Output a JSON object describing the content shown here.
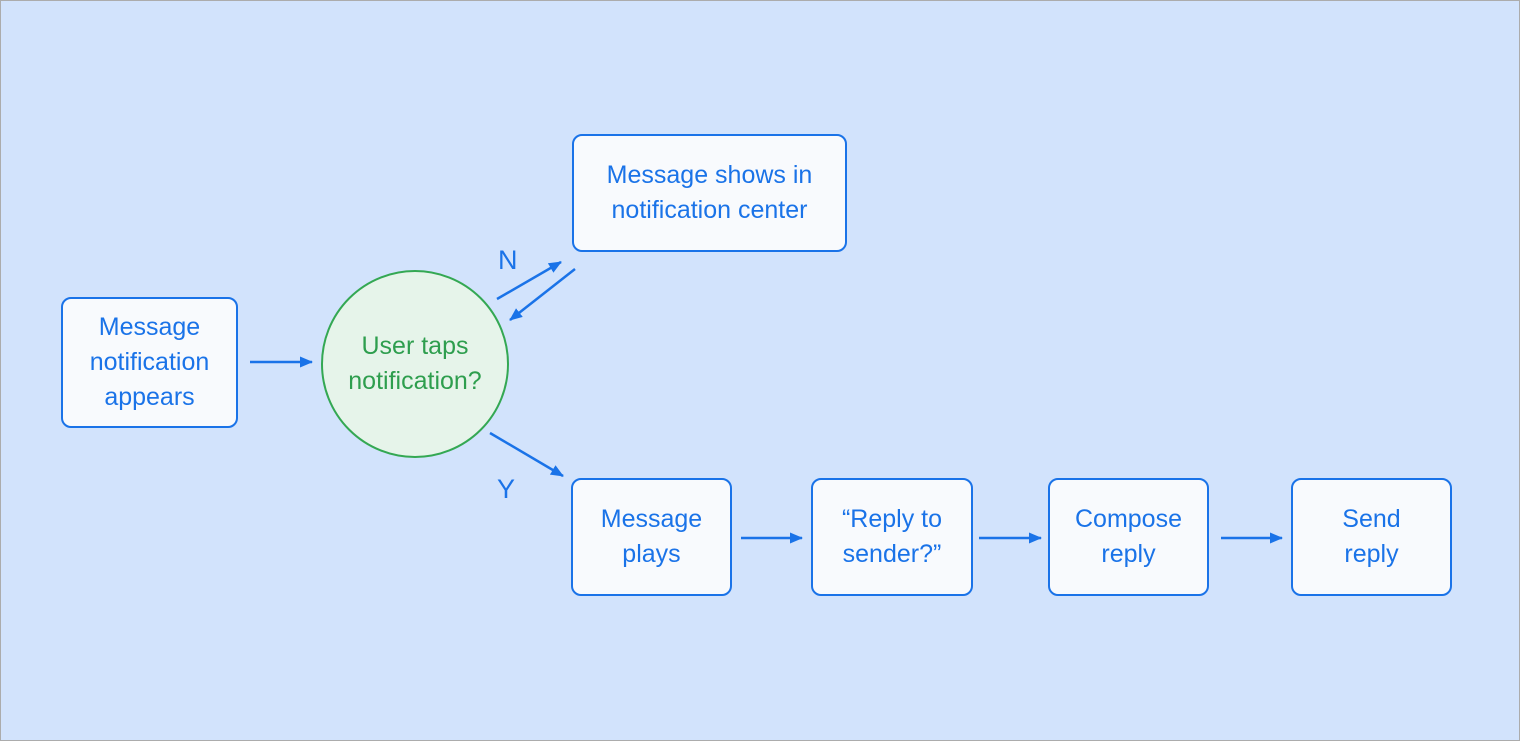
{
  "palette": {
    "background": "#D2E3FC",
    "frame_border": "#ACACAC",
    "blue": "#1A73E8",
    "green": "#34A853",
    "box_fill": "#F8FAFD",
    "circle_fill": "#E6F4EA"
  },
  "flowchart": {
    "start": {
      "label": "Message\nnotification\nappears"
    },
    "decision": {
      "label": "User taps\nnotification?"
    },
    "no_branch": {
      "label": "N",
      "node": "Message shows in\nnotification center"
    },
    "yes_branch": {
      "label": "Y",
      "nodes": [
        "Message\nplays",
        "“Reply to\nsender?”",
        "Compose\nreply",
        "Send\nreply"
      ]
    }
  }
}
